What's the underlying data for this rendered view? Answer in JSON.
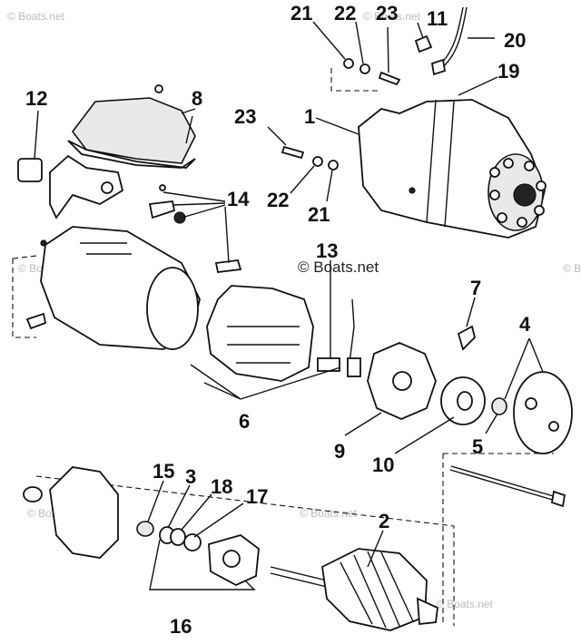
{
  "watermarks": {
    "text": "© Boats.net"
  },
  "callouts": [
    "1",
    "3",
    "4",
    "5",
    "6",
    "7",
    "8",
    "9",
    "10",
    "11",
    "12",
    "13",
    "14",
    "15",
    "16",
    "17",
    "18",
    "19",
    "20",
    "21",
    "21",
    "22",
    "22",
    "23",
    "23"
  ],
  "labels": {
    "l21a": "21",
    "l22a": "22",
    "l23a": "23",
    "l11": "11",
    "l20": "20",
    "l19": "19",
    "l12": "12",
    "l8": "8",
    "l23b": "23",
    "l1": "1",
    "l22b": "22",
    "l21b": "21",
    "l14": "14",
    "l13": "13",
    "l7": "7",
    "l4": "4",
    "l6": "6",
    "l9": "9",
    "l10": "10",
    "l5": "5",
    "l15": "15",
    "l3": "3",
    "l18": "18",
    "l17": "17",
    "l2": "2",
    "l16": "16"
  }
}
